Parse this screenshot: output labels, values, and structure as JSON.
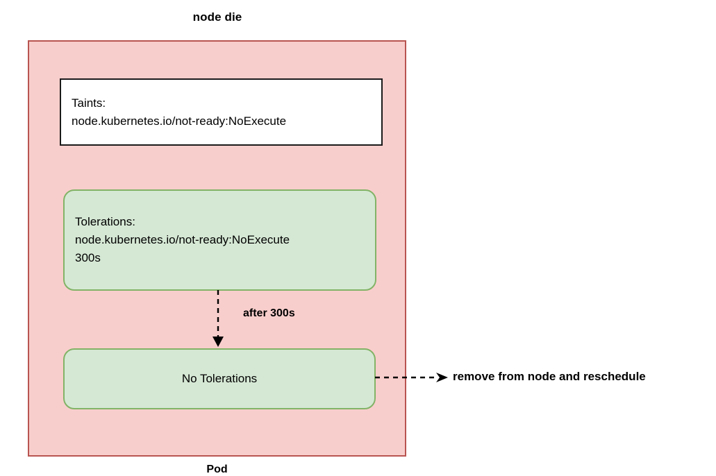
{
  "diagram": {
    "title": "node die",
    "colors": {
      "node_fill": "#f8cecc",
      "node_stroke": "#b85450",
      "pod_fill": "#d5e8d4",
      "pod_stroke": "#82b366",
      "taints_fill": "#ffffff",
      "taints_stroke": "#1a1a1a",
      "text": "#000000"
    },
    "node": {
      "taints_box": {
        "line1": "Taints:",
        "line2": "node.kubernetes.io/not-ready:NoExecute"
      },
      "pod_label_top": "Pod",
      "pod_label_bottom": "Pod",
      "pod_with_tolerations": {
        "line1": "Tolerations:",
        "line2": "node.kubernetes.io/not-ready:NoExecute",
        "line3": "300s"
      },
      "pod_without_tolerations": {
        "line1": "No Tolerations"
      }
    },
    "edges": {
      "timeout_label": "after 300s",
      "eviction_label": "remove from node and reschedule"
    }
  }
}
